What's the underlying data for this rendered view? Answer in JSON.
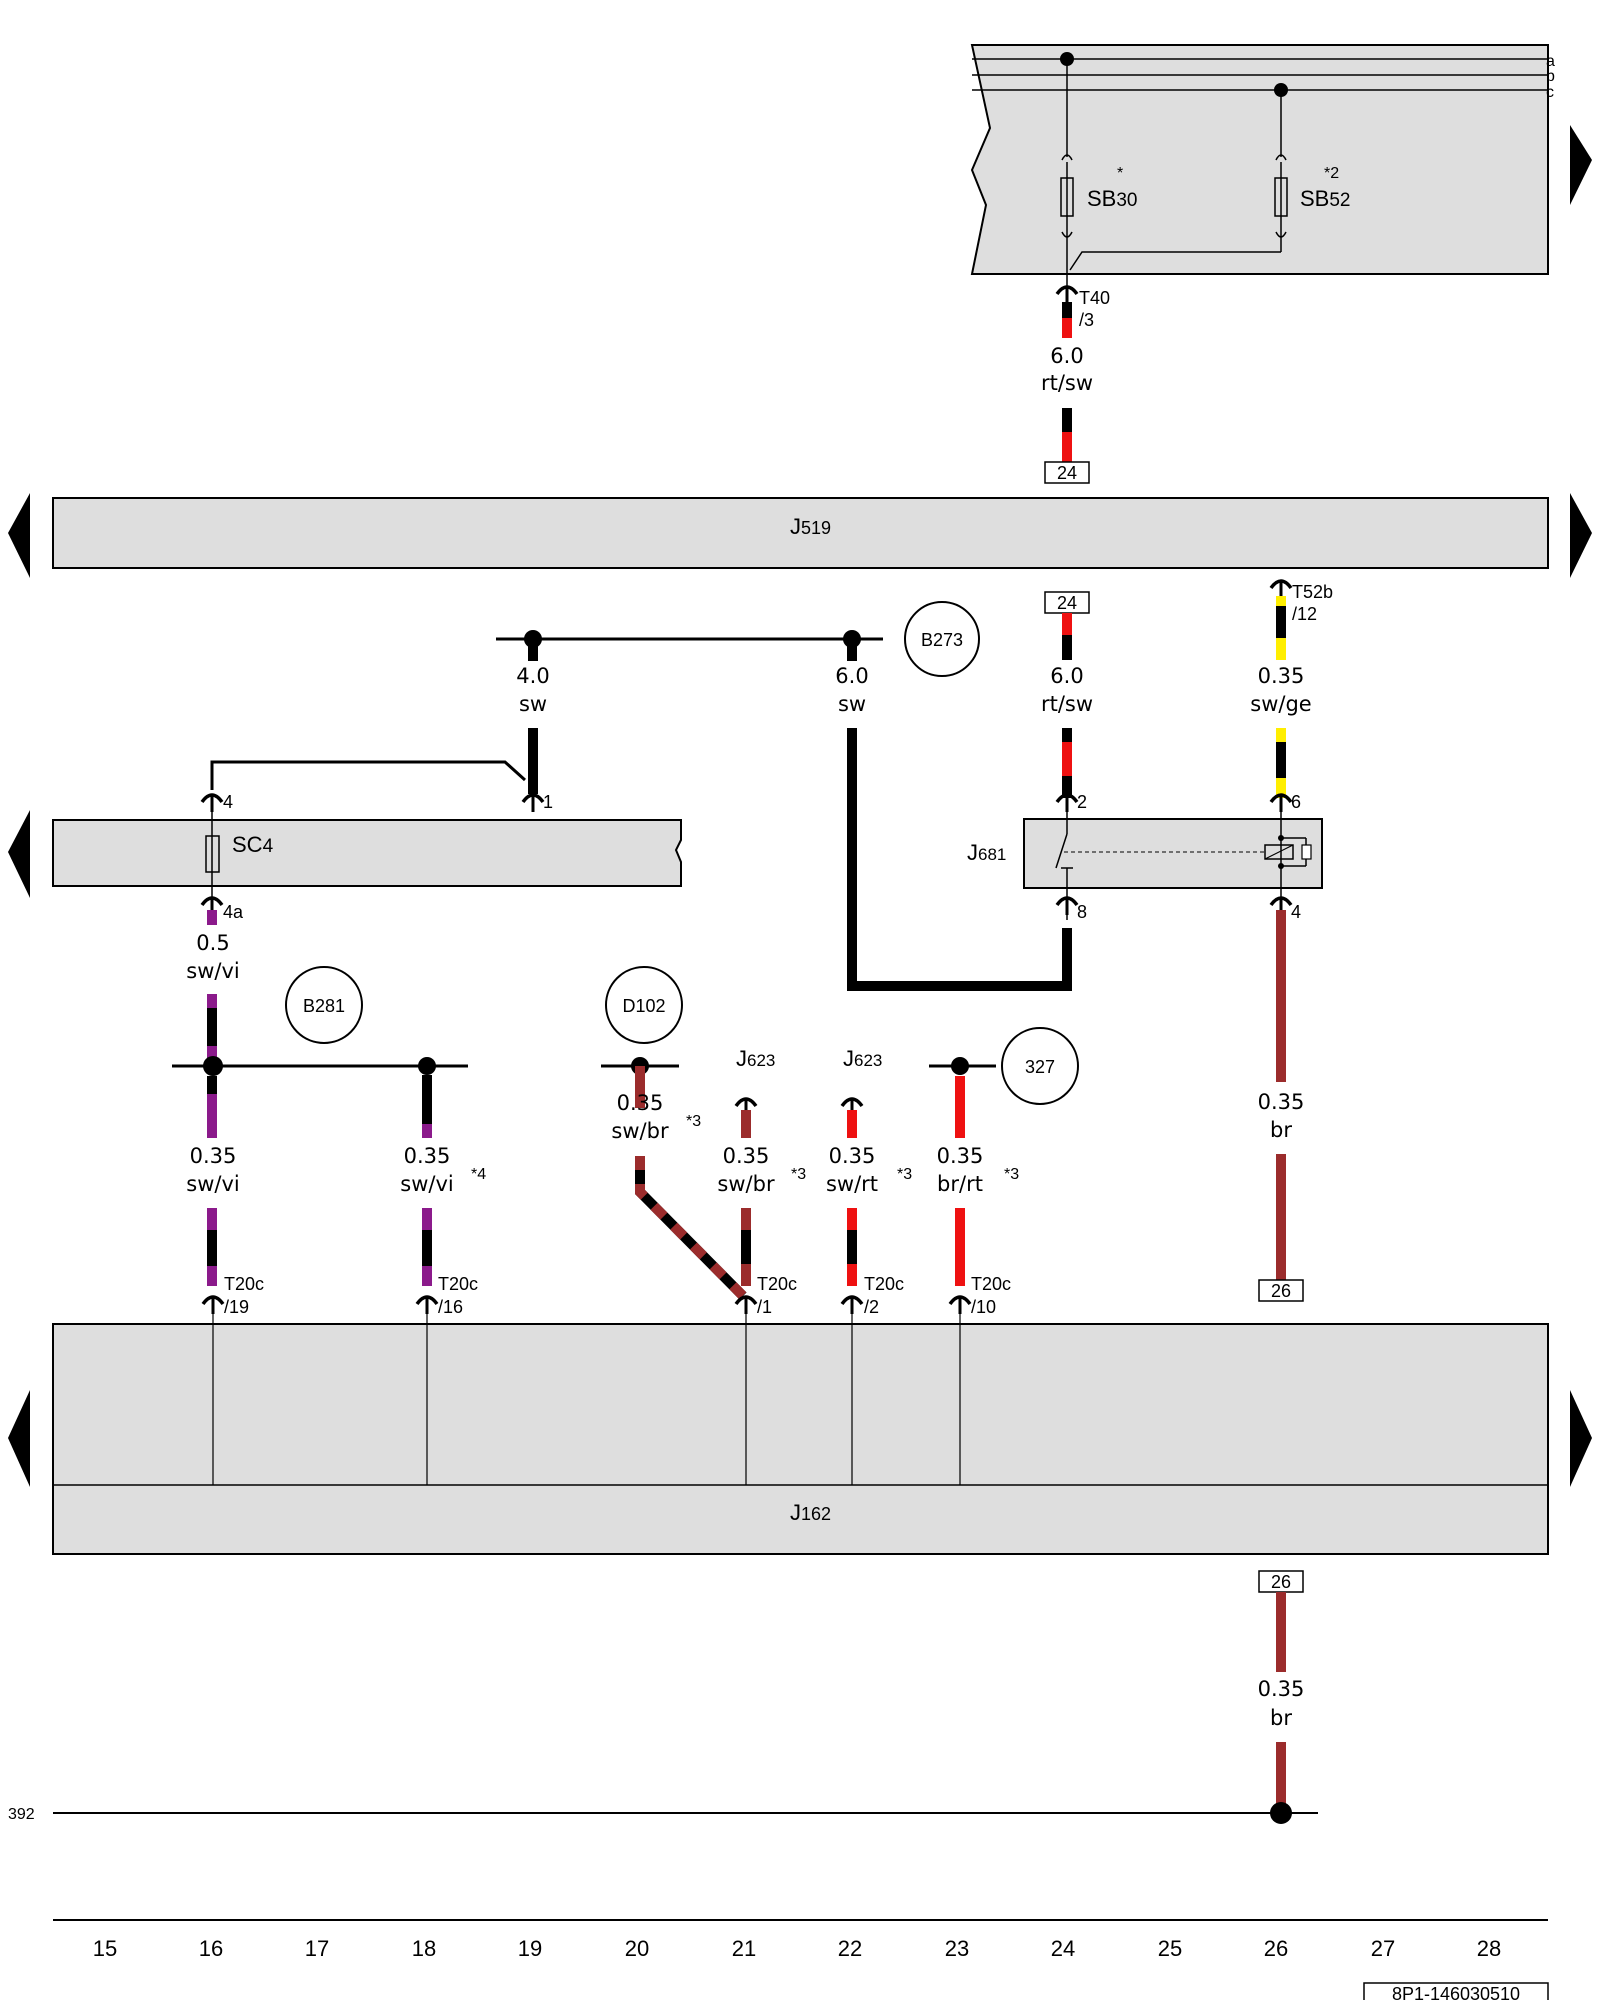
{
  "fuse_panel": {
    "bus_lines": [
      "a",
      "b",
      "c"
    ],
    "fuse_sb30": {
      "main": "SB",
      "sub": "30",
      "note": "*"
    },
    "fuse_sb52": {
      "main": "SB",
      "sub": "52",
      "note": "*2"
    }
  },
  "connector_t40": {
    "name": "T40",
    "pin": "/3"
  },
  "wire_top": {
    "size": "6.0",
    "color": "rt/sw"
  },
  "refs": {
    "r24_top": "24",
    "r24_mid": "24",
    "r26_top": "26",
    "r26_bottom": "26"
  },
  "j519": {
    "main": "J",
    "sub": "519"
  },
  "ground_b273": {
    "label": "B273"
  },
  "wire_4sw": {
    "size": "4.0",
    "color": "sw"
  },
  "wire_6sw": {
    "size": "6.0",
    "color": "sw"
  },
  "wire_6rtsw": {
    "size": "6.0",
    "color": "rt/sw"
  },
  "connector_t52b": {
    "name": "T52b",
    "pin": "/12"
  },
  "wire_swge": {
    "size": "0.35",
    "color": "sw/ge"
  },
  "fuse_sc4": {
    "main": "SC",
    "sub": "4",
    "pin_top": "4",
    "pin_bottom": "4a"
  },
  "sc4_pin1": "1",
  "relay_j681": {
    "main": "J",
    "sub": "681",
    "pin2": "2",
    "pin6": "6",
    "pin8": "8",
    "pin4": "4"
  },
  "wire_swvi_05": {
    "size": "0.5",
    "color": "sw/vi"
  },
  "ground_b281": {
    "label": "B281"
  },
  "ground_d102": {
    "label": "D102"
  },
  "j623_a": {
    "main": "J",
    "sub": "623"
  },
  "j623_b": {
    "main": "J",
    "sub": "623"
  },
  "ground_327": {
    "label": "327"
  },
  "wire_d102": {
    "size": "0.35",
    "color": "sw/br",
    "note": "*3"
  },
  "wire_br_right": {
    "size": "0.35",
    "color": "br"
  },
  "wires_bottom": [
    {
      "size": "0.35",
      "color": "sw/vi",
      "note": ""
    },
    {
      "size": "0.35",
      "color": "sw/vi",
      "note": "*4"
    },
    {
      "size": "0.35",
      "color": "sw/br",
      "note": "*3"
    },
    {
      "size": "0.35",
      "color": "sw/rt",
      "note": "*3"
    },
    {
      "size": "0.35",
      "color": "br/rt",
      "note": "*3"
    }
  ],
  "t20c": [
    {
      "name": "T20c",
      "pin": "/19"
    },
    {
      "name": "T20c",
      "pin": "/16"
    },
    {
      "name": "T20c",
      "pin": "/1"
    },
    {
      "name": "T20c",
      "pin": "/2"
    },
    {
      "name": "T20c",
      "pin": "/10"
    }
  ],
  "j162": {
    "main": "J",
    "sub": "162"
  },
  "wire_br_bottom": {
    "size": "0.35",
    "color": "br"
  },
  "ground_line_label": "392",
  "columns": [
    "15",
    "16",
    "17",
    "18",
    "19",
    "20",
    "21",
    "22",
    "23",
    "24",
    "25",
    "26",
    "27",
    "28"
  ],
  "diagram_id": "8P1-146030510",
  "colors": {
    "red": "#ee1111",
    "brown": "#9b2c2c",
    "violet": "#8b1a8b",
    "yellow": "#ffee00",
    "panel": "#dedede"
  }
}
